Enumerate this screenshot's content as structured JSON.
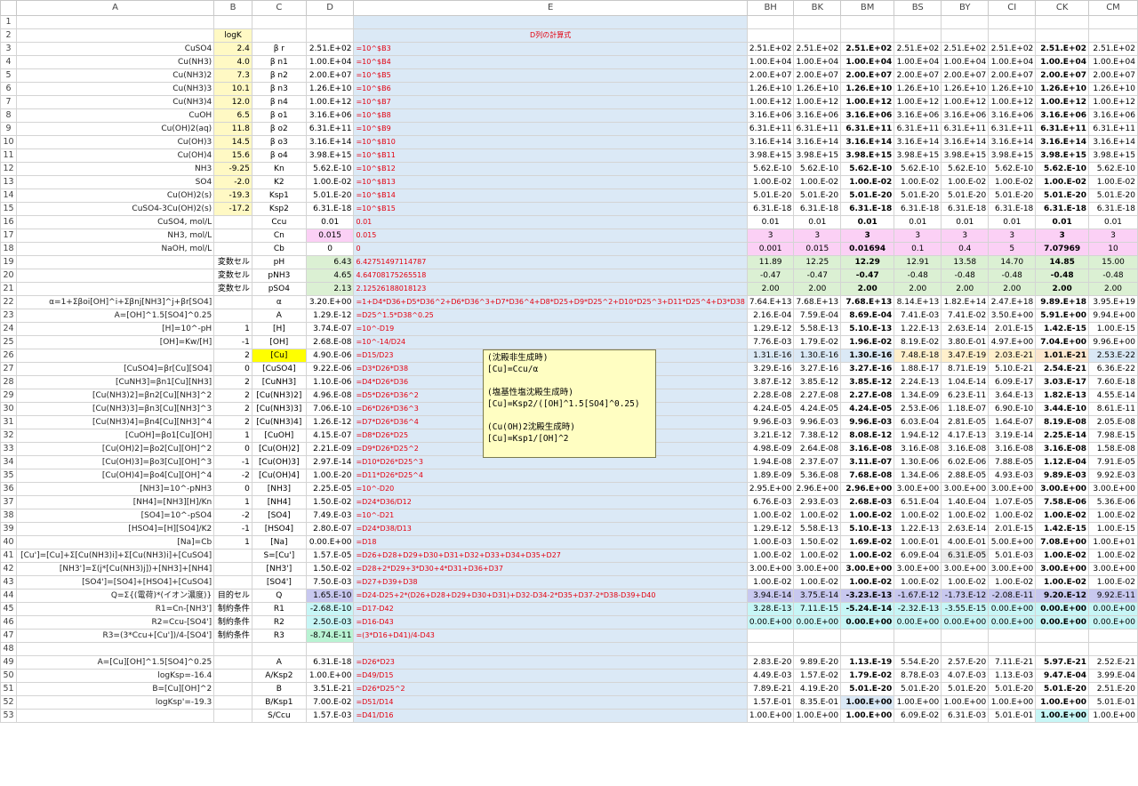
{
  "columns": [
    "A",
    "B",
    "C",
    "D",
    "E",
    "BH",
    "BK",
    "BM",
    "BS",
    "BY",
    "CI",
    "CK",
    "CM"
  ],
  "rows": [
    {
      "n": "1",
      "A": "",
      "B": "",
      "C": "",
      "D": "",
      "E": "",
      "v": [
        "",
        "",
        "",
        "",
        "",
        "",
        "",
        ""
      ]
    },
    {
      "n": "2",
      "A": "",
      "B": "logK",
      "C": "",
      "D": "",
      "E": "D列の計算式",
      "v": [
        "",
        "",
        "",
        "",
        "",
        "",
        "",
        ""
      ]
    },
    {
      "n": "3",
      "A": "CuSO4",
      "B": "2.4",
      "C": "β r",
      "D": "2.51.E+02",
      "E": "=10^$B3",
      "v": [
        "2.51.E+02",
        "2.51.E+02",
        "2.51.E+02",
        "2.51.E+02",
        "2.51.E+02",
        "2.51.E+02",
        "2.51.E+02",
        "2.51.E+02"
      ]
    },
    {
      "n": "4",
      "A": "Cu(NH3)",
      "B": "4.0",
      "C": "β n1",
      "D": "1.00.E+04",
      "E": "=10^$B4",
      "v": [
        "1.00.E+04",
        "1.00.E+04",
        "1.00.E+04",
        "1.00.E+04",
        "1.00.E+04",
        "1.00.E+04",
        "1.00.E+04",
        "1.00.E+04"
      ]
    },
    {
      "n": "5",
      "A": "Cu(NH3)2",
      "B": "7.3",
      "C": "β n2",
      "D": "2.00.E+07",
      "E": "=10^$B5",
      "v": [
        "2.00.E+07",
        "2.00.E+07",
        "2.00.E+07",
        "2.00.E+07",
        "2.00.E+07",
        "2.00.E+07",
        "2.00.E+07",
        "2.00.E+07"
      ]
    },
    {
      "n": "6",
      "A": "Cu(NH3)3",
      "B": "10.1",
      "C": "β n3",
      "D": "1.26.E+10",
      "E": "=10^$B6",
      "v": [
        "1.26.E+10",
        "1.26.E+10",
        "1.26.E+10",
        "1.26.E+10",
        "1.26.E+10",
        "1.26.E+10",
        "1.26.E+10",
        "1.26.E+10"
      ]
    },
    {
      "n": "7",
      "A": "Cu(NH3)4",
      "B": "12.0",
      "C": "β n4",
      "D": "1.00.E+12",
      "E": "=10^$B7",
      "v": [
        "1.00.E+12",
        "1.00.E+12",
        "1.00.E+12",
        "1.00.E+12",
        "1.00.E+12",
        "1.00.E+12",
        "1.00.E+12",
        "1.00.E+12"
      ]
    },
    {
      "n": "8",
      "A": "CuOH",
      "B": "6.5",
      "C": "β o1",
      "D": "3.16.E+06",
      "E": "=10^$B8",
      "v": [
        "3.16.E+06",
        "3.16.E+06",
        "3.16.E+06",
        "3.16.E+06",
        "3.16.E+06",
        "3.16.E+06",
        "3.16.E+06",
        "3.16.E+06"
      ]
    },
    {
      "n": "9",
      "A": "Cu(OH)2(aq)",
      "B": "11.8",
      "C": "β o2",
      "D": "6.31.E+11",
      "E": "=10^$B9",
      "v": [
        "6.31.E+11",
        "6.31.E+11",
        "6.31.E+11",
        "6.31.E+11",
        "6.31.E+11",
        "6.31.E+11",
        "6.31.E+11",
        "6.31.E+11"
      ]
    },
    {
      "n": "10",
      "A": "Cu(OH)3",
      "B": "14.5",
      "C": "β o3",
      "D": "3.16.E+14",
      "E": "=10^$B10",
      "v": [
        "3.16.E+14",
        "3.16.E+14",
        "3.16.E+14",
        "3.16.E+14",
        "3.16.E+14",
        "3.16.E+14",
        "3.16.E+14",
        "3.16.E+14"
      ]
    },
    {
      "n": "11",
      "A": "Cu(OH)4",
      "B": "15.6",
      "C": "β o4",
      "D": "3.98.E+15",
      "E": "=10^$B11",
      "v": [
        "3.98.E+15",
        "3.98.E+15",
        "3.98.E+15",
        "3.98.E+15",
        "3.98.E+15",
        "3.98.E+15",
        "3.98.E+15",
        "3.98.E+15"
      ]
    },
    {
      "n": "12",
      "A": "NH3",
      "B": "-9.25",
      "C": "Kn",
      "D": "5.62.E-10",
      "E": "=10^$B12",
      "v": [
        "5.62.E-10",
        "5.62.E-10",
        "5.62.E-10",
        "5.62.E-10",
        "5.62.E-10",
        "5.62.E-10",
        "5.62.E-10",
        "5.62.E-10"
      ]
    },
    {
      "n": "13",
      "A": "SO4",
      "B": "-2.0",
      "C": "K2",
      "D": "1.00.E-02",
      "E": "=10^$B13",
      "v": [
        "1.00.E-02",
        "1.00.E-02",
        "1.00.E-02",
        "1.00.E-02",
        "1.00.E-02",
        "1.00.E-02",
        "1.00.E-02",
        "1.00.E-02"
      ]
    },
    {
      "n": "14",
      "A": "Cu(OH)2(s)",
      "B": "-19.3",
      "C": "Ksp1",
      "D": "5.01.E-20",
      "E": "=10^$B14",
      "v": [
        "5.01.E-20",
        "5.01.E-20",
        "5.01.E-20",
        "5.01.E-20",
        "5.01.E-20",
        "5.01.E-20",
        "5.01.E-20",
        "5.01.E-20"
      ]
    },
    {
      "n": "15",
      "A": "CuSO4-3Cu(OH)2(s)",
      "B": "-17.2",
      "C": "Ksp2",
      "D": "6.31.E-18",
      "E": "=10^$B15",
      "v": [
        "6.31.E-18",
        "6.31.E-18",
        "6.31.E-18",
        "6.31.E-18",
        "6.31.E-18",
        "6.31.E-18",
        "6.31.E-18",
        "6.31.E-18"
      ]
    },
    {
      "n": "16",
      "A": "CuSO4, mol/L",
      "B": "",
      "C": "Ccu",
      "D": "0.01",
      "E": "0.01",
      "v": [
        "0.01",
        "0.01",
        "0.01",
        "0.01",
        "0.01",
        "0.01",
        "0.01",
        "0.01"
      ]
    },
    {
      "n": "17",
      "A": "NH3, mol/L",
      "B": "",
      "C": "Cn",
      "D": "0.015",
      "E": "0.015",
      "v": [
        "3",
        "3",
        "3",
        "3",
        "3",
        "3",
        "3",
        "3"
      ]
    },
    {
      "n": "18",
      "A": "NaOH, mol/L",
      "B": "",
      "C": "Cb",
      "D": "0",
      "E": "0",
      "v": [
        "0.001",
        "0.015",
        "0.01694",
        "0.1",
        "0.4",
        "5",
        "7.07969",
        "10"
      ]
    },
    {
      "n": "19",
      "A": "",
      "B": "変数セル",
      "C": "pH",
      "D": "6.43",
      "E": "6.42751497114787",
      "v": [
        "11.89",
        "12.25",
        "12.29",
        "12.91",
        "13.58",
        "14.70",
        "14.85",
        "15.00"
      ]
    },
    {
      "n": "20",
      "A": "",
      "B": "変数セル",
      "C": "pNH3",
      "D": "4.65",
      "E": "4.64708175265518",
      "v": [
        "-0.47",
        "-0.47",
        "-0.47",
        "-0.48",
        "-0.48",
        "-0.48",
        "-0.48",
        "-0.48"
      ]
    },
    {
      "n": "21",
      "A": "",
      "B": "変数セル",
      "C": "pSO4",
      "D": "2.13",
      "E": "2.12526188018123",
      "v": [
        "2.00",
        "2.00",
        "2.00",
        "2.00",
        "2.00",
        "2.00",
        "2.00",
        "2.00"
      ]
    },
    {
      "n": "22",
      "A": "α=1+Σβoi[OH]^i+Σβnj[NH3]^j+βr[SO4]",
      "B": "",
      "C": "α",
      "D": "3.20.E+00",
      "E": "=1+D4*D36+D5*D36^2+D6*D36^3+D7*D36^4+D8*D25+D9*D25^2+D10*D25^3+D11*D25^4+D3*D38",
      "v": [
        "7.64.E+13",
        "7.68.E+13",
        "7.68.E+13",
        "8.14.E+13",
        "1.82.E+14",
        "2.47.E+18",
        "9.89.E+18",
        "3.95.E+19"
      ]
    },
    {
      "n": "23",
      "A": "A=[OH]^1.5[SO4]^0.25",
      "B": "",
      "C": "A",
      "D": "1.29.E-12",
      "E": "=D25^1.5*D38^0.25",
      "v": [
        "2.16.E-04",
        "7.59.E-04",
        "8.69.E-04",
        "7.41.E-03",
        "7.41.E-02",
        "3.50.E+00",
        "5.91.E+00",
        "9.94.E+00"
      ]
    },
    {
      "n": "24",
      "A": "[H]=10^-pH",
      "B": "1",
      "C": "[H]",
      "D": "3.74.E-07",
      "E": "=10^-D19",
      "v": [
        "1.29.E-12",
        "5.58.E-13",
        "5.10.E-13",
        "1.22.E-13",
        "2.63.E-14",
        "2.01.E-15",
        "1.42.E-15",
        "1.00.E-15"
      ]
    },
    {
      "n": "25",
      "A": "[OH]=Kw/[H]",
      "B": "-1",
      "C": "[OH]",
      "D": "2.68.E-08",
      "E": "=10^-14/D24",
      "v": [
        "7.76.E-03",
        "1.79.E-02",
        "1.96.E-02",
        "8.19.E-02",
        "3.80.E-01",
        "4.97.E+00",
        "7.04.E+00",
        "9.96.E+00"
      ]
    },
    {
      "n": "26",
      "A": "",
      "B": "2",
      "C": "[Cu]",
      "D": "4.90.E-06",
      "E": "=D15/D23",
      "v": [
        "1.31.E-16",
        "1.30.E-16",
        "1.30.E-16",
        "7.48.E-18",
        "3.47.E-19",
        "2.03.E-21",
        "1.01.E-21",
        "2.53.E-22"
      ]
    },
    {
      "n": "27",
      "A": "[CuSO4]=βr[Cu][SO4]",
      "B": "0",
      "C": "[CuSO4]",
      "D": "9.22.E-06",
      "E": "=D3*D26*D38",
      "v": [
        "3.29.E-16",
        "3.27.E-16",
        "3.27.E-16",
        "1.88.E-17",
        "8.71.E-19",
        "5.10.E-21",
        "2.54.E-21",
        "6.36.E-22"
      ]
    },
    {
      "n": "28",
      "A": "[CuNH3]=βn1[Cu][NH3]",
      "B": "2",
      "C": "[CuNH3]",
      "D": "1.10.E-06",
      "E": "=D4*D26*D36",
      "v": [
        "3.87.E-12",
        "3.85.E-12",
        "3.85.E-12",
        "2.24.E-13",
        "1.04.E-14",
        "6.09.E-17",
        "3.03.E-17",
        "7.60.E-18"
      ]
    },
    {
      "n": "29",
      "A": "[Cu(NH3)2]=βn2[Cu][NH3]^2",
      "B": "2",
      "C": "[Cu(NH3)2]",
      "D": "4.96.E-08",
      "E": "=D5*D26*D36^2",
      "v": [
        "2.28.E-08",
        "2.27.E-08",
        "2.27.E-08",
        "1.34.E-09",
        "6.23.E-11",
        "3.64.E-13",
        "1.82.E-13",
        "4.55.E-14"
      ]
    },
    {
      "n": "30",
      "A": "[Cu(NH3)3]=βn3[Cu][NH3]^3",
      "B": "2",
      "C": "[Cu(NH3)3]",
      "D": "7.06.E-10",
      "E": "=D6*D26*D36^3",
      "v": [
        "4.24.E-05",
        "4.24.E-05",
        "4.24.E-05",
        "2.53.E-06",
        "1.18.E-07",
        "6.90.E-10",
        "3.44.E-10",
        "8.61.E-11"
      ]
    },
    {
      "n": "31",
      "A": "[Cu(NH3)4]=βn4[Cu][NH3]^4",
      "B": "2",
      "C": "[Cu(NH3)4]",
      "D": "1.26.E-12",
      "E": "=D7*D26*D36^4",
      "v": [
        "9.96.E-03",
        "9.96.E-03",
        "9.96.E-03",
        "6.03.E-04",
        "2.81.E-05",
        "1.64.E-07",
        "8.19.E-08",
        "2.05.E-08"
      ]
    },
    {
      "n": "32",
      "A": "[CuOH]=βo1[Cu][OH]",
      "B": "1",
      "C": "[CuOH]",
      "D": "4.15.E-07",
      "E": "=D8*D26*D25",
      "v": [
        "3.21.E-12",
        "7.38.E-12",
        "8.08.E-12",
        "1.94.E-12",
        "4.17.E-13",
        "3.19.E-14",
        "2.25.E-14",
        "7.98.E-15"
      ]
    },
    {
      "n": "33",
      "A": "[Cu(OH)2]=βo2[Cu][OH]^2",
      "B": "0",
      "C": "[Cu(OH)2]",
      "D": "2.21.E-09",
      "E": "=D9*D26*D25^2",
      "v": [
        "4.98.E-09",
        "2.64.E-08",
        "3.16.E-08",
        "3.16.E-08",
        "3.16.E-08",
        "3.16.E-08",
        "3.16.E-08",
        "1.58.E-08"
      ]
    },
    {
      "n": "34",
      "A": "[Cu(OH)3]=βo3[Cu][OH]^3",
      "B": "-1",
      "C": "[Cu(OH)3]",
      "D": "2.97.E-14",
      "E": "=D10*D26*D25^3",
      "v": [
        "1.94.E-08",
        "2.37.E-07",
        "3.11.E-07",
        "1.30.E-06",
        "6.02.E-06",
        "7.88.E-05",
        "1.12.E-04",
        "7.91.E-05"
      ]
    },
    {
      "n": "35",
      "A": "[Cu(OH)4]=βo4[Cu][OH]^4",
      "B": "-2",
      "C": "[Cu(OH)4]",
      "D": "1.00.E-20",
      "E": "=D11*D26*D25^4",
      "v": [
        "1.89.E-09",
        "5.36.E-08",
        "7.68.E-08",
        "1.34.E-06",
        "2.88.E-05",
        "4.93.E-03",
        "9.89.E-03",
        "9.92.E-03"
      ]
    },
    {
      "n": "36",
      "A": "[NH3]=10^-pNH3",
      "B": "0",
      "C": "[NH3]",
      "D": "2.25.E-05",
      "E": "=10^-D20",
      "v": [
        "2.95.E+00",
        "2.96.E+00",
        "2.96.E+00",
        "3.00.E+00",
        "3.00.E+00",
        "3.00.E+00",
        "3.00.E+00",
        "3.00.E+00"
      ]
    },
    {
      "n": "37",
      "A": "[NH4]=[NH3][H]/Kn",
      "B": "1",
      "C": "[NH4]",
      "D": "1.50.E-02",
      "E": "=D24*D36/D12",
      "v": [
        "6.76.E-03",
        "2.93.E-03",
        "2.68.E-03",
        "6.51.E-04",
        "1.40.E-04",
        "1.07.E-05",
        "7.58.E-06",
        "5.36.E-06"
      ]
    },
    {
      "n": "38",
      "A": "[SO4]=10^-pSO4",
      "B": "-2",
      "C": "[SO4]",
      "D": "7.49.E-03",
      "E": "=10^-D21",
      "v": [
        "1.00.E-02",
        "1.00.E-02",
        "1.00.E-02",
        "1.00.E-02",
        "1.00.E-02",
        "1.00.E-02",
        "1.00.E-02",
        "1.00.E-02"
      ]
    },
    {
      "n": "39",
      "A": "[HSO4]=[H][SO4]/K2",
      "B": "-1",
      "C": "[HSO4]",
      "D": "2.80.E-07",
      "E": "=D24*D38/D13",
      "v": [
        "1.29.E-12",
        "5.58.E-13",
        "5.10.E-13",
        "1.22.E-13",
        "2.63.E-14",
        "2.01.E-15",
        "1.42.E-15",
        "1.00.E-15"
      ]
    },
    {
      "n": "40",
      "A": "[Na]=Cb",
      "B": "1",
      "C": "[Na]",
      "D": "0.00.E+00",
      "E": "=D18",
      "v": [
        "1.00.E-03",
        "1.50.E-02",
        "1.69.E-02",
        "1.00.E-01",
        "4.00.E-01",
        "5.00.E+00",
        "7.08.E+00",
        "1.00.E+01"
      ]
    },
    {
      "n": "41",
      "A": "[Cu']=[Cu]+Σ[Cu(NH3)i]+Σ[Cu(NH3)i]+[CuSO4]",
      "B": "",
      "C": "S=[Cu']",
      "D": "1.57.E-05",
      "E": "=D26+D28+D29+D30+D31+D32+D33+D34+D35+D27",
      "v": [
        "1.00.E-02",
        "1.00.E-02",
        "1.00.E-02",
        "6.09.E-04",
        "6.31.E-05",
        "5.01.E-03",
        "1.00.E-02",
        "1.00.E-02"
      ]
    },
    {
      "n": "42",
      "A": "[NH3']=Σ(j*[Cu(NH3)j])+[NH3]+[NH4]",
      "B": "",
      "C": "[NH3']",
      "D": "1.50.E-02",
      "E": "=D28+2*D29+3*D30+4*D31+D36+D37",
      "v": [
        "3.00.E+00",
        "3.00.E+00",
        "3.00.E+00",
        "3.00.E+00",
        "3.00.E+00",
        "3.00.E+00",
        "3.00.E+00",
        "3.00.E+00"
      ]
    },
    {
      "n": "43",
      "A": "[SO4']=[SO4]+[HSO4]+[CuSO4]",
      "B": "",
      "C": "[SO4']",
      "D": "7.50.E-03",
      "E": "=D27+D39+D38",
      "v": [
        "1.00.E-02",
        "1.00.E-02",
        "1.00.E-02",
        "1.00.E-02",
        "1.00.E-02",
        "1.00.E-02",
        "1.00.E-02",
        "1.00.E-02"
      ]
    },
    {
      "n": "44",
      "A": "Q=Σ{(電荷)*(イオン濃度)}",
      "B": "目的セル",
      "C": "Q",
      "D": "1.65.E-10",
      "E": "=D24-D25+2*(D26+D28+D29+D30+D31)+D32-D34-2*D35+D37-2*D38-D39+D40",
      "v": [
        "3.94.E-14",
        "3.75.E-14",
        "-3.23.E-13",
        "-1.67.E-12",
        "-1.73.E-12",
        "-2.08.E-11",
        "9.20.E-12",
        "9.92.E-11"
      ]
    },
    {
      "n": "45",
      "A": "R1=Cn-[NH3']",
      "B": "制約条件",
      "C": "R1",
      "D": "-2.68.E-10",
      "E": "=D17-D42",
      "v": [
        "3.28.E-13",
        "7.11.E-15",
        "-5.24.E-14",
        "-2.32.E-13",
        "-3.55.E-15",
        "0.00.E+00",
        "0.00.E+00",
        "0.00.E+00"
      ]
    },
    {
      "n": "46",
      "A": "R2=Ccu-[SO4']",
      "B": "制約条件",
      "C": "R2",
      "D": "2.50.E-03",
      "E": "=D16-D43",
      "v": [
        "0.00.E+00",
        "0.00.E+00",
        "0.00.E+00",
        "0.00.E+00",
        "0.00.E+00",
        "0.00.E+00",
        "0.00.E+00",
        "0.00.E+00"
      ]
    },
    {
      "n": "47",
      "A": "R3=(3*Ccu+[Cu'])/4-[SO4']",
      "B": "制約条件",
      "C": "R3",
      "D": "-8.74.E-11",
      "E": "=(3*D16+D41)/4-D43",
      "v": [
        "",
        "",
        "",
        "",
        "",
        "",
        "",
        ""
      ]
    },
    {
      "n": "48",
      "A": "",
      "B": "",
      "C": "",
      "D": "",
      "E": "",
      "v": [
        "",
        "",
        "",
        "",
        "",
        "",
        "",
        ""
      ]
    },
    {
      "n": "49",
      "A": "A=[Cu][OH]^1.5[SO4]^0.25",
      "B": "",
      "C": "A",
      "D": "6.31.E-18",
      "E": "=D26*D23",
      "v": [
        "2.83.E-20",
        "9.89.E-20",
        "1.13.E-19",
        "5.54.E-20",
        "2.57.E-20",
        "7.11.E-21",
        "5.97.E-21",
        "2.52.E-21"
      ]
    },
    {
      "n": "50",
      "A": "logKsp=-16.4",
      "B": "",
      "C": "A/Ksp2",
      "D": "1.00.E+00",
      "E": "=D49/D15",
      "v": [
        "4.49.E-03",
        "1.57.E-02",
        "1.79.E-02",
        "8.78.E-03",
        "4.07.E-03",
        "1.13.E-03",
        "9.47.E-04",
        "3.99.E-04"
      ]
    },
    {
      "n": "51",
      "A": "B=[Cu][OH]^2",
      "B": "",
      "C": "B",
      "D": "3.51.E-21",
      "E": "=D26*D25^2",
      "v": [
        "7.89.E-21",
        "4.19.E-20",
        "5.01.E-20",
        "5.01.E-20",
        "5.01.E-20",
        "5.01.E-20",
        "5.01.E-20",
        "2.51.E-20"
      ]
    },
    {
      "n": "52",
      "A": "logKsp'=-19.3",
      "B": "",
      "C": "B/Ksp1",
      "D": "7.00.E-02",
      "E": "=D51/D14",
      "v": [
        "1.57.E-01",
        "8.35.E-01",
        "1.00.E+00",
        "1.00.E+00",
        "1.00.E+00",
        "1.00.E+00",
        "1.00.E+00",
        "5.01.E-01"
      ]
    },
    {
      "n": "53",
      "A": "",
      "B": "",
      "C": "S/Ccu",
      "D": "1.57.E-03",
      "E": "=D41/D16",
      "v": [
        "1.00.E+00",
        "1.00.E+00",
        "1.00.E+00",
        "6.09.E-02",
        "6.31.E-03",
        "5.01.E-01",
        "1.00.E+00",
        "1.00.E+00"
      ]
    }
  ],
  "note": {
    "lines": [
      "(沈殿非生成時)",
      "[Cu]=Ccu/α",
      "",
      "(塩基性塩沈殿生成時)",
      "[Cu]=Ksp2/([OH]^1.5[SO4]^0.25)",
      "",
      "(Cu(OH)2沈殿生成時)",
      "[Cu]=Ksp1/[OH]^2"
    ]
  },
  "colors": {
    "formula_red": "#e3000f",
    "e_column_bg": "#dbe9f6",
    "logK_yellow": "#fff9c4",
    "variable_green": "#dbf0d3",
    "nh3_pink": "#fbd0f5",
    "objective_lavender": "#c8c8ef",
    "constraint_cyan": "#c7f6f6"
  }
}
